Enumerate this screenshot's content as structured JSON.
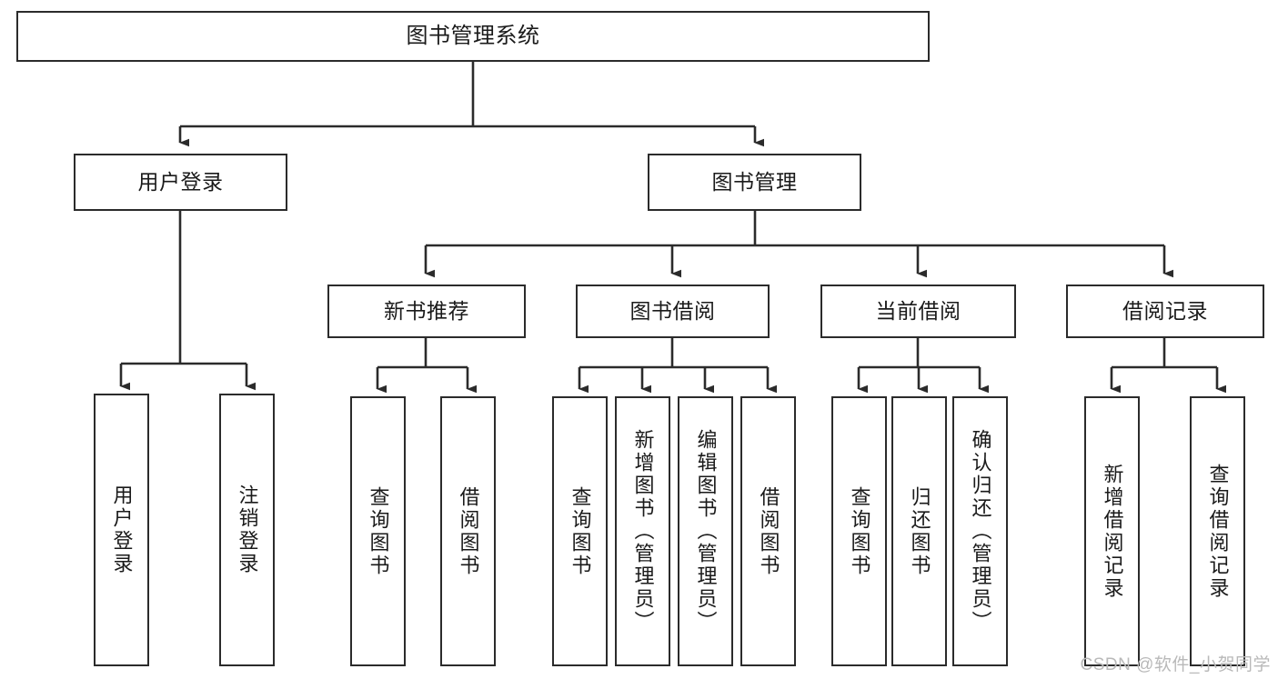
{
  "diagram": {
    "title": "图书管理系统",
    "watermark": "CSDN @软件_小贺同学",
    "line_color": "#2b2b2b",
    "text_color": "#1a1a1a",
    "background": "#ffffff",
    "watermark_color": "#b9b9b9"
  },
  "nodes": {
    "root": {
      "label": "图书管理系统",
      "level": 1,
      "orientation": "horizontal"
    },
    "l2": [
      {
        "id": "user-login",
        "label": "用户登录",
        "level": 2,
        "orientation": "horizontal"
      },
      {
        "id": "book-manage",
        "label": "图书管理",
        "level": 2,
        "orientation": "horizontal"
      }
    ],
    "l3": [
      {
        "id": "new-book-recommend",
        "label": "新书推荐",
        "level": 3,
        "orientation": "horizontal",
        "parent": "book-manage"
      },
      {
        "id": "book-borrow",
        "label": "图书借阅",
        "level": 3,
        "orientation": "horizontal",
        "parent": "book-manage"
      },
      {
        "id": "current-borrow",
        "label": "当前借阅",
        "level": 3,
        "orientation": "horizontal",
        "parent": "book-manage"
      },
      {
        "id": "borrow-record",
        "label": "借阅记录",
        "level": 3,
        "orientation": "horizontal",
        "parent": "book-manage"
      }
    ],
    "leaves": [
      {
        "id": "leaf-user-login",
        "label": "用户登录",
        "parent": "user-login",
        "orientation": "vertical"
      },
      {
        "id": "leaf-user-logout",
        "label": "注销登录",
        "parent": "user-login",
        "orientation": "vertical"
      },
      {
        "id": "leaf-query-book-1",
        "label": "查询图书",
        "parent": "new-book-recommend",
        "orientation": "vertical"
      },
      {
        "id": "leaf-borrow-book-1",
        "label": "借阅图书",
        "parent": "new-book-recommend",
        "orientation": "vertical"
      },
      {
        "id": "leaf-query-book-2",
        "label": "查询图书",
        "parent": "book-borrow",
        "orientation": "vertical"
      },
      {
        "id": "leaf-add-book",
        "label": "新增图书（管理员）",
        "parent": "book-borrow",
        "orientation": "vertical"
      },
      {
        "id": "leaf-edit-book",
        "label": "编辑图书（管理员）",
        "parent": "book-borrow",
        "orientation": "vertical"
      },
      {
        "id": "leaf-borrow-book-2",
        "label": "借阅图书",
        "parent": "book-borrow",
        "orientation": "vertical"
      },
      {
        "id": "leaf-query-book-3",
        "label": "查询图书",
        "parent": "current-borrow",
        "orientation": "vertical"
      },
      {
        "id": "leaf-return-book",
        "label": "归还图书",
        "parent": "current-borrow",
        "orientation": "vertical"
      },
      {
        "id": "leaf-confirm-return",
        "label": "确认归还（管理员）",
        "parent": "current-borrow",
        "orientation": "vertical"
      },
      {
        "id": "leaf-add-record",
        "label": "新增借阅记录",
        "parent": "borrow-record",
        "orientation": "vertical"
      },
      {
        "id": "leaf-query-record",
        "label": "查询借阅记录",
        "parent": "borrow-record",
        "orientation": "vertical"
      }
    ]
  }
}
